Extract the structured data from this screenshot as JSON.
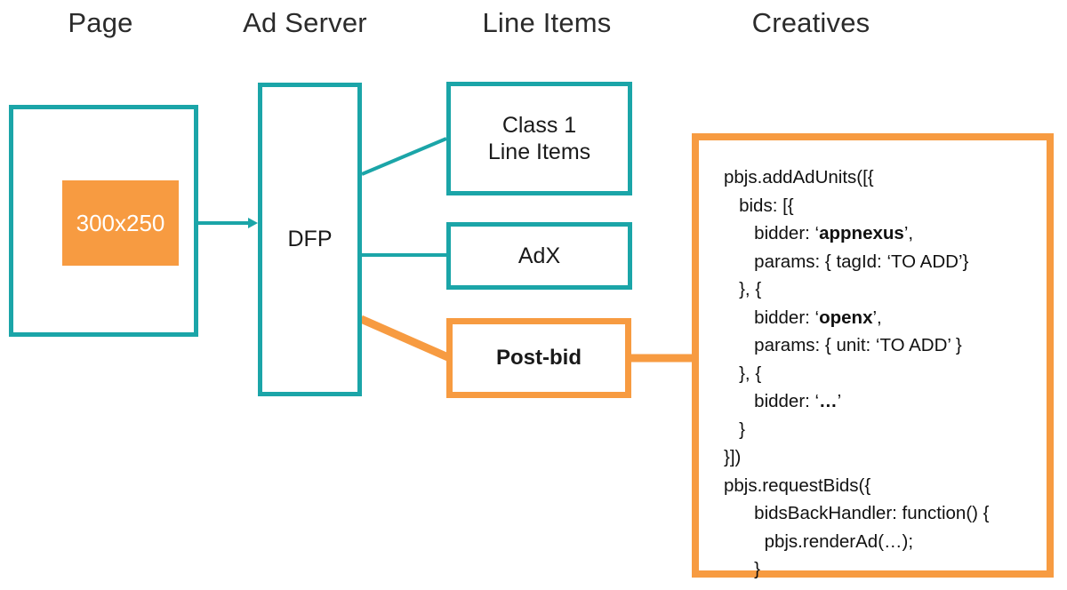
{
  "colors": {
    "teal": "#1ba5a8",
    "orange": "#f79b41",
    "text": "#1a1a1a",
    "header_text": "#2b2b2b",
    "white": "#ffffff"
  },
  "headers": [
    {
      "label": "Page"
    },
    {
      "label": "Ad Server"
    },
    {
      "label": "Line Items"
    },
    {
      "label": "Creatives"
    }
  ],
  "page_column": {
    "ad_slot_label": "300x250"
  },
  "ad_server_column": {
    "label": "DFP"
  },
  "line_items_column": {
    "class1_label": "Class 1\nLine Items",
    "adx_label": "AdX",
    "postbid_label": "Post-bid"
  },
  "creatives_column": {
    "code_lines": [
      [
        {
          "t": "pbjs.addAdUnits([{",
          "b": false
        }
      ],
      [
        {
          "t": "   bids: [{",
          "b": false
        }
      ],
      [
        {
          "t": "      bidder: ‘",
          "b": false
        },
        {
          "t": "appnexus",
          "b": true
        },
        {
          "t": "’,",
          "b": false
        }
      ],
      [
        {
          "t": "      params: { tagId: ‘TO ADD’}",
          "b": false
        }
      ],
      [
        {
          "t": "   }, {",
          "b": false
        }
      ],
      [
        {
          "t": "      bidder: ‘",
          "b": false
        },
        {
          "t": "openx",
          "b": true
        },
        {
          "t": "’,",
          "b": false
        }
      ],
      [
        {
          "t": "      params: { unit: ‘TO ADD’ }",
          "b": false
        }
      ],
      [
        {
          "t": "   }, {",
          "b": false
        }
      ],
      [
        {
          "t": "      bidder: ‘",
          "b": false
        },
        {
          "t": "…",
          "b": true
        },
        {
          "t": "’",
          "b": false
        }
      ],
      [
        {
          "t": "   }",
          "b": false
        }
      ],
      [
        {
          "t": "}])",
          "b": false
        }
      ],
      [
        {
          "t": "pbjs.requestBids({",
          "b": false
        }
      ],
      [
        {
          "t": "      bidsBackHandler: function() {",
          "b": false
        }
      ],
      [
        {
          "t": "        pbjs.renderAd(…);",
          "b": false
        }
      ],
      [
        {
          "t": "      }",
          "b": false
        }
      ],
      [
        {
          "t": "});",
          "b": false
        }
      ]
    ]
  }
}
